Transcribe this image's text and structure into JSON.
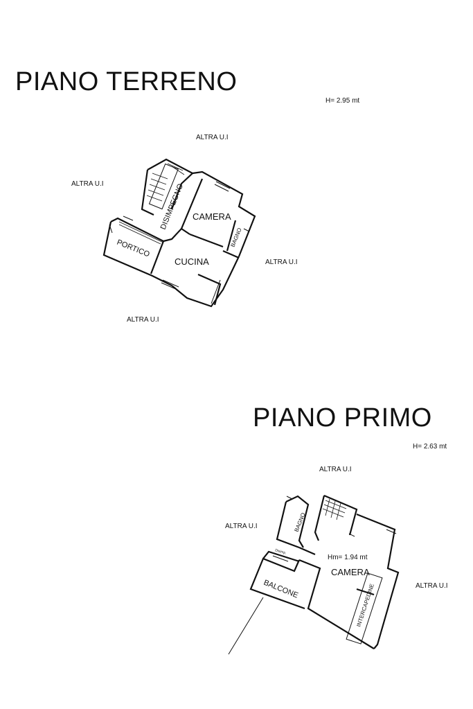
{
  "ground_floor": {
    "title": "PIANO TERRENO",
    "height": "H= 2.95 mt",
    "neighbors": {
      "top": "ALTRA U.I",
      "left": "ALTRA U.I",
      "right": "ALTRA U.I",
      "bottom": "ALTRA U.I"
    },
    "rooms": {
      "disimpegno": "DISIMPEGNO",
      "camera": "CAMERA",
      "bagno": "BAGNO",
      "portico": "PORTICO",
      "cucina": "CUCINA"
    }
  },
  "first_floor": {
    "title": "PIANO PRIMO",
    "height": "H= 2.63 mt",
    "neighbors": {
      "top": "ALTRA U.I",
      "left": "ALTRA U.I",
      "right": "ALTRA U.I"
    },
    "rooms": {
      "bagno": "BAGNO",
      "disimpegno": "Disimp.",
      "camera": "CAMERA",
      "camera_height": "Hm= 1.94 mt",
      "balcone": "BALCONE",
      "intercapedine": "INTERCAPEDINE"
    }
  }
}
